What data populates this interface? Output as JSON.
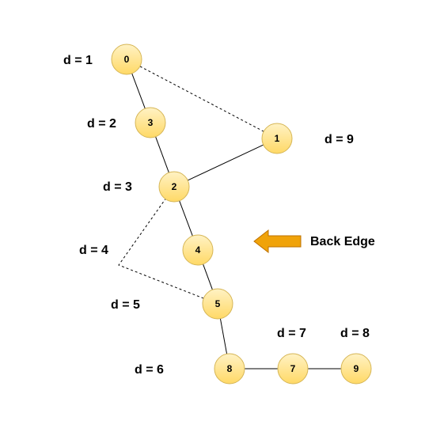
{
  "colors": {
    "node_fill_top": "#fff2c4",
    "node_fill_bottom": "#ffd966",
    "node_stroke": "#d6b656",
    "edge": "#000000",
    "back_edge": "#000000",
    "arrow_fill": "#f0a30a",
    "arrow_stroke": "#bd7000"
  },
  "nodes": [
    {
      "id": "0",
      "label": "0",
      "depth_label": "d = 1"
    },
    {
      "id": "3",
      "label": "3",
      "depth_label": "d = 2"
    },
    {
      "id": "2",
      "label": "2",
      "depth_label": "d = 3"
    },
    {
      "id": "4",
      "label": "4",
      "depth_label": "d = 4"
    },
    {
      "id": "5",
      "label": "5",
      "depth_label": "d = 5"
    },
    {
      "id": "8",
      "label": "8",
      "depth_label": "d = 6"
    },
    {
      "id": "7",
      "label": "7",
      "depth_label": "d = 7"
    },
    {
      "id": "9",
      "label": "9",
      "depth_label": "d = 8"
    },
    {
      "id": "1",
      "label": "1",
      "depth_label": "d = 9"
    }
  ],
  "tree_edges": [
    {
      "from": "0",
      "to": "3"
    },
    {
      "from": "3",
      "to": "2"
    },
    {
      "from": "2",
      "to": "1"
    },
    {
      "from": "2",
      "to": "4"
    },
    {
      "from": "4",
      "to": "5"
    },
    {
      "from": "5",
      "to": "8"
    },
    {
      "from": "8",
      "to": "7"
    },
    {
      "from": "7",
      "to": "9"
    }
  ],
  "back_edges": [
    {
      "from": "0",
      "to": "1"
    },
    {
      "from": "5",
      "to": "2"
    }
  ],
  "legend": {
    "label": "Back Edge",
    "icon": "arrow-left-icon"
  }
}
